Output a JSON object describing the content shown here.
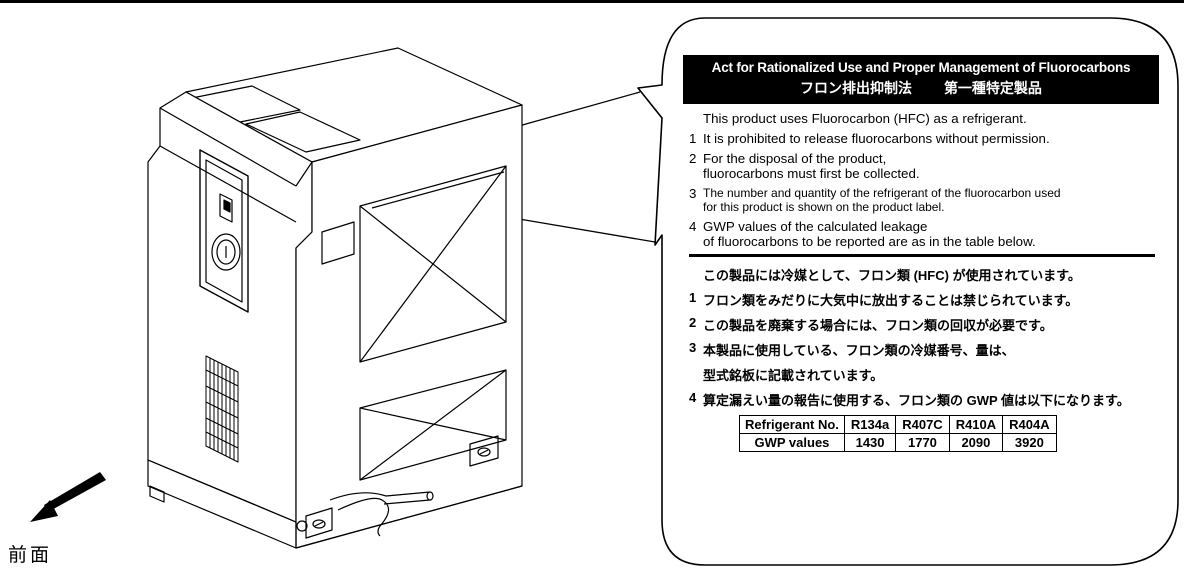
{
  "front_label": "前面",
  "label": {
    "header_en": "Act for Rationalized Use and Proper Management of Fluorocarbons",
    "header_jp_left": "フロン排出抑制法",
    "header_jp_right": "第一種特定製品",
    "en_lead": "This product uses Fluorocarbon (HFC) as a refrigerant.",
    "en_items": [
      {
        "num": "1",
        "lines": [
          "It is prohibited to release fluorocarbons without permission."
        ]
      },
      {
        "num": "2",
        "lines": [
          "For the disposal of the product,",
          "fluorocarbons must first be collected."
        ]
      },
      {
        "num": "3",
        "lines": [
          "The number and quantity of the refrigerant of the fluorocarbon used",
          "for this product is shown on the product label."
        ]
      },
      {
        "num": "4",
        "lines": [
          "GWP values of the calculated leakage",
          "of fluorocarbons to be reported are as in the table below."
        ]
      }
    ],
    "jp_lead": "この製品には冷媒として、フロン類 (HFC) が使用されています。",
    "jp_items": [
      {
        "num": "1",
        "lines": [
          "フロン類をみだりに大気中に放出することは禁じられています。"
        ]
      },
      {
        "num": "2",
        "lines": [
          "この製品を廃棄する場合には、フロン類の回収が必要です。"
        ]
      },
      {
        "num": "3",
        "lines": [
          "本製品に使用している、フロン類の冷媒番号、量は、",
          "型式銘板に記載されています。"
        ]
      },
      {
        "num": "4",
        "lines": [
          "算定漏えい量の報告に使用する、フロン類の GWP 値は以下になります。"
        ]
      }
    ],
    "table": {
      "row1_label": "Refrigerant No.",
      "row2_label": "GWP values",
      "refrigerants": [
        "R134a",
        "R407C",
        "R410A",
        "R404A"
      ],
      "gwp_values": [
        "1430",
        "1770",
        "2090",
        "3920"
      ]
    }
  }
}
